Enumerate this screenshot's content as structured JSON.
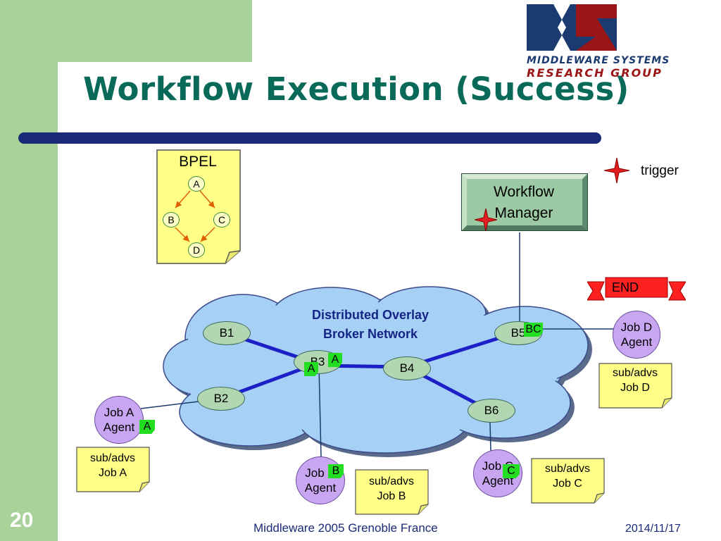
{
  "slide": {
    "title": "Workflow Execution (Success)",
    "number": "20",
    "footer_text": "Middleware 2005 Grenoble  France",
    "footer_date": "2014/11/17"
  },
  "logo": {
    "line1": "MIDDLEWARE SYSTEMS",
    "line2": "RESEARCH GROUP",
    "colors": {
      "navy": "#1a3a70",
      "red": "#9a1515"
    }
  },
  "legend": {
    "trigger_label": "trigger",
    "icon": "red-star-icon"
  },
  "bpel": {
    "title": "BPEL",
    "nodes": {
      "a": "A",
      "b": "B",
      "c": "C",
      "d": "D"
    }
  },
  "workflow_manager": {
    "label": "Workflow\nManager"
  },
  "end_banner": {
    "label": "END"
  },
  "network": {
    "label": "Distributed Overlay\nBroker Network",
    "brokers": {
      "b1": "B1",
      "b2": "B2",
      "b3": "B3",
      "b4": "B4",
      "b5": "B5",
      "b6": "B6"
    }
  },
  "agents": {
    "a": {
      "label": "Job A\nAgent",
      "tag": "A",
      "note": "sub/advs\nJob A"
    },
    "b": {
      "label": "Job B\nAgent",
      "tag": "B",
      "note": "sub/advs\nJob B"
    },
    "c": {
      "label": "Job C\nAgent",
      "tag": "C",
      "note": "sub/advs\nJob C"
    },
    "d": {
      "label": "Job D\nAgent",
      "note": "sub/advs\nJob D"
    }
  },
  "broker_tags": {
    "b5": "BC",
    "b3_top": "A",
    "b3_bottom": "A"
  },
  "colors": {
    "title": "#0a6a5a",
    "band": "#a9d29a",
    "link": "#1f1fc8",
    "cloud": "#a6d0f5",
    "note": "#ffff88",
    "agent": "#c9a6f2",
    "broker": "#b2d6b2",
    "tag": "#22dd22",
    "end_banner": "#ff2020"
  }
}
